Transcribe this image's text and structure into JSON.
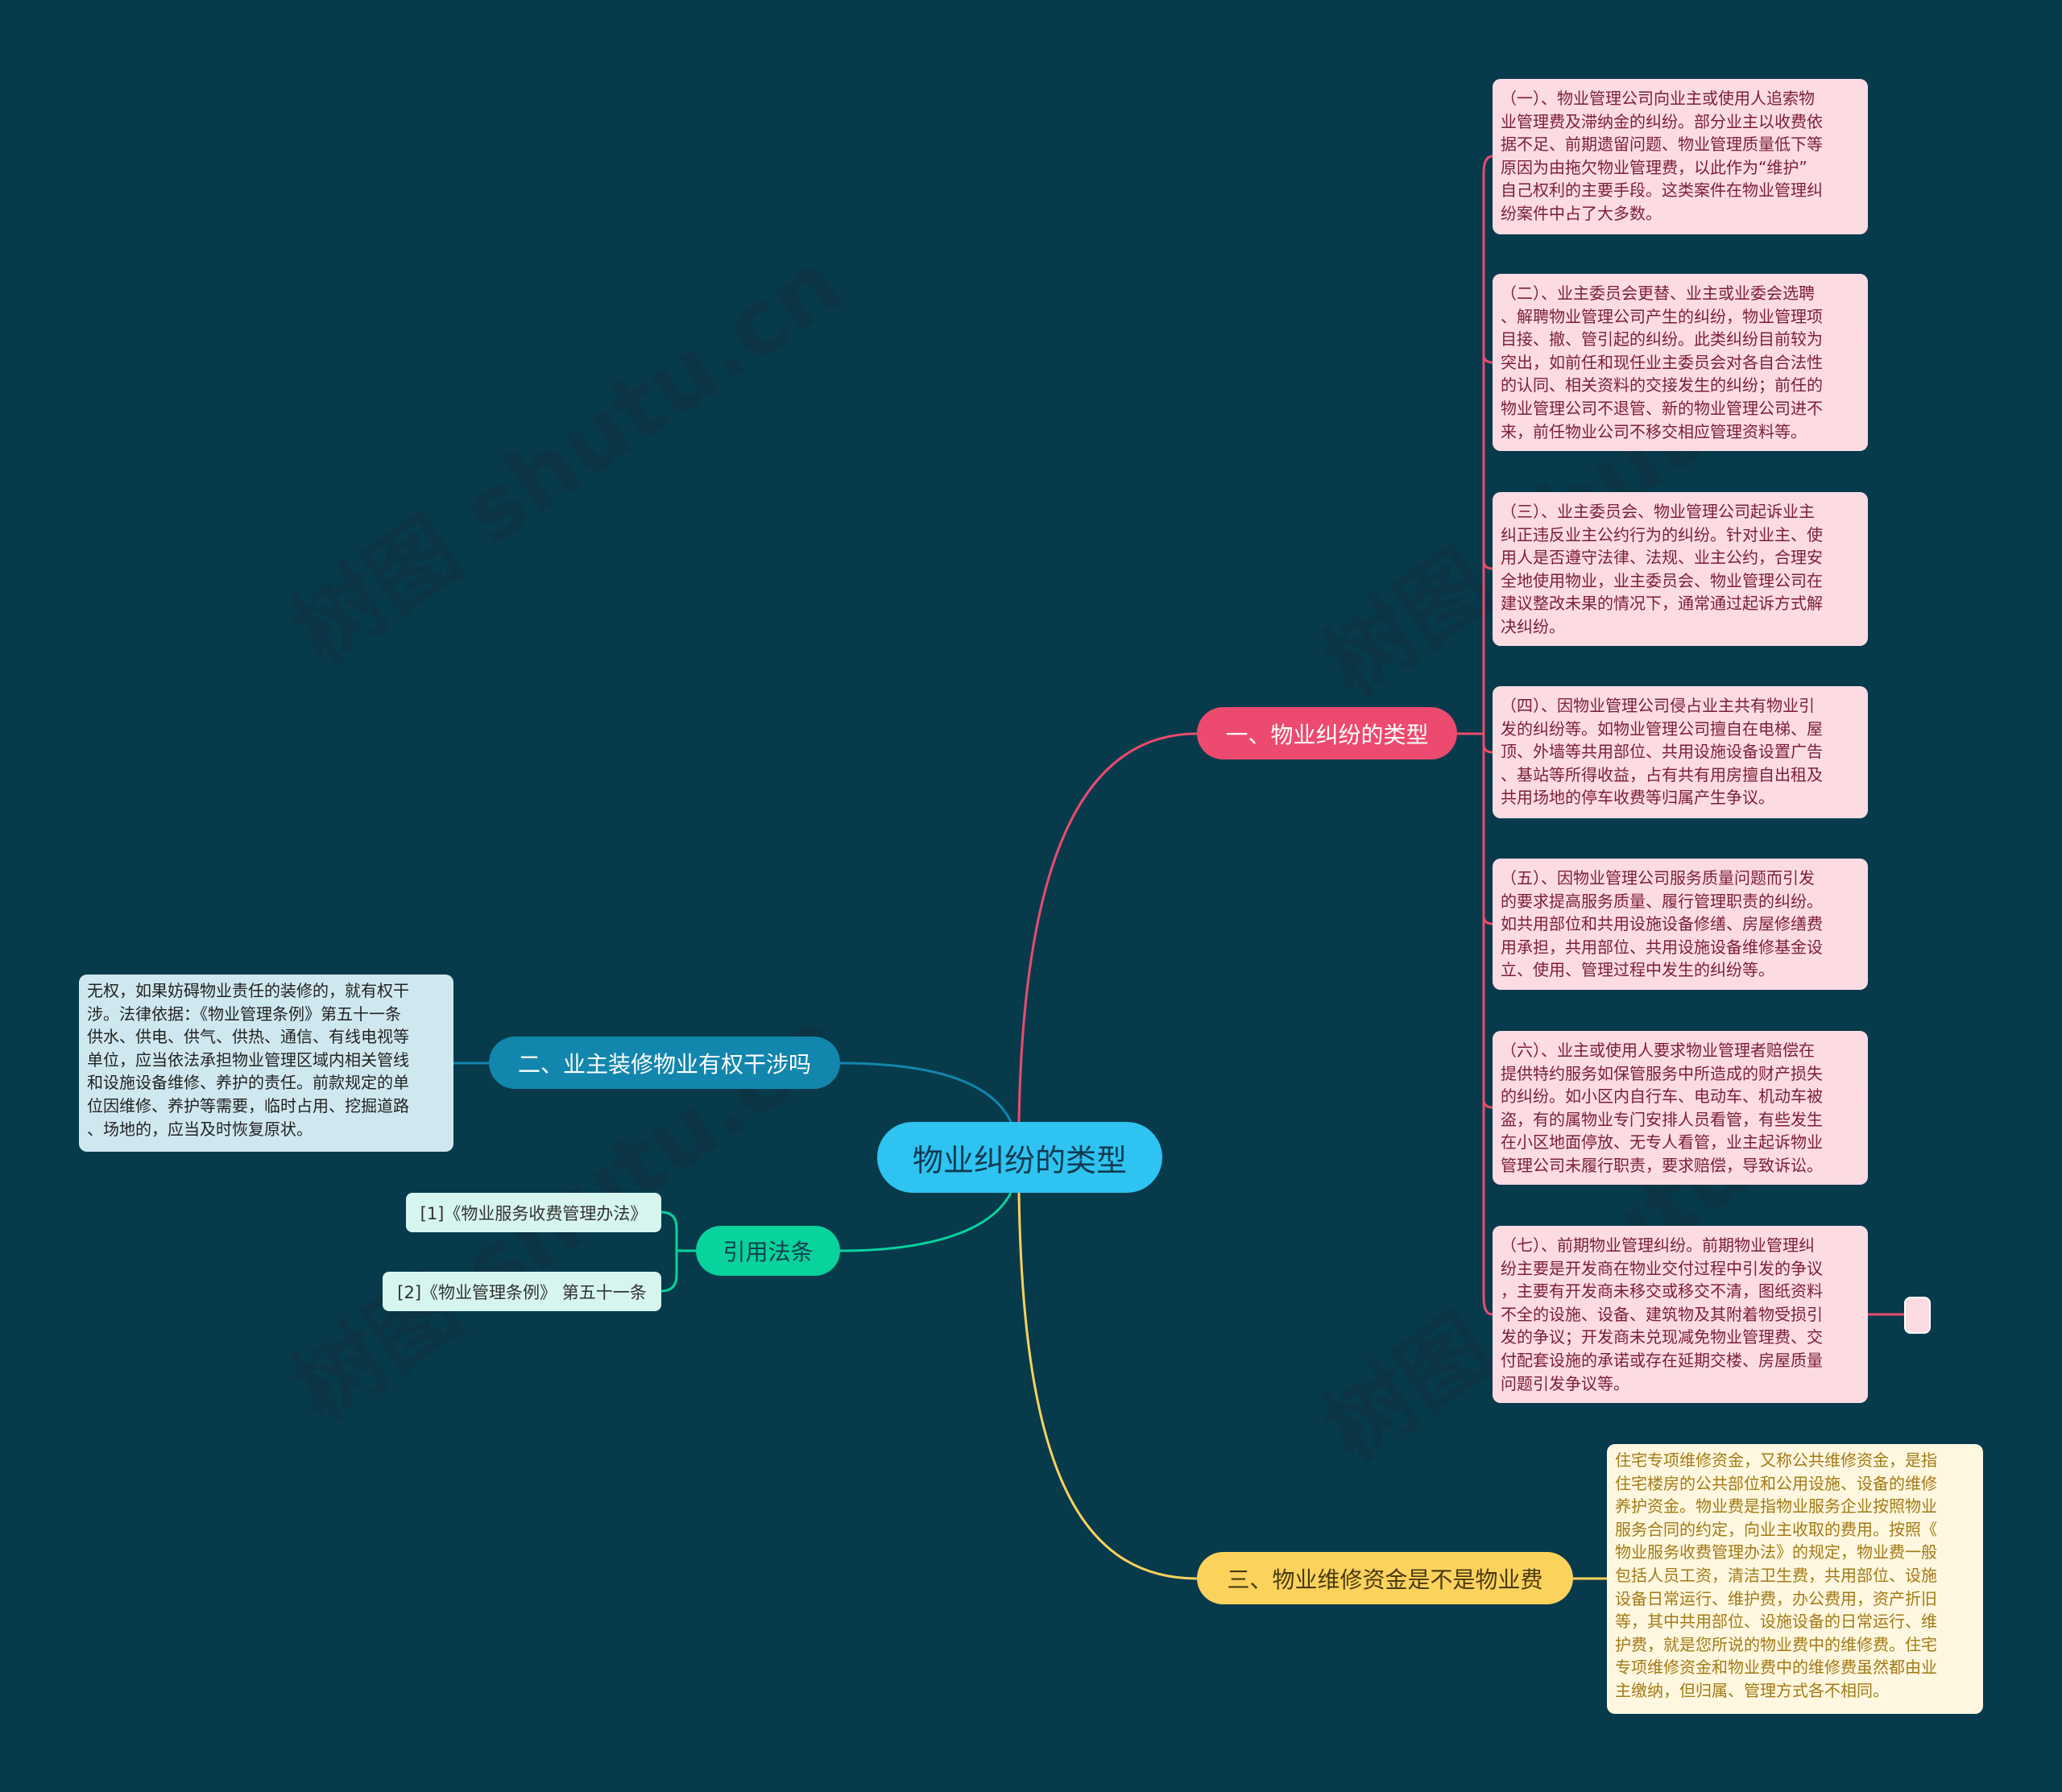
{
  "watermark": "树图 shutu.cn",
  "colors": {
    "background": "#073b4c",
    "root": "#2ec3f0",
    "branch1": "#ec4a6e",
    "branch2": "#1386ad",
    "branch3": "#fbd25c",
    "citations": "#08d39c"
  },
  "root": {
    "label": "物业纠纷的类型"
  },
  "branch1": {
    "label": "一、物业纠纷的类型",
    "items": [
      {
        "lines": [
          "（一）、物业管理公司向业主或使用人追索物",
          "业管理费及滞纳金的纠纷。部分业主以收费依",
          "据不足、前期遗留问题、物业管理质量低下等",
          "原因为由拖欠物业管理费，以此作为“维护”",
          "自己权利的主要手段。这类案件在物业管理纠",
          "纷案件中占了大多数。"
        ]
      },
      {
        "lines": [
          "（二）、业主委员会更替、业主或业委会选聘",
          "、解聘物业管理公司产生的纠纷，物业管理项",
          "目接、撤、管引起的纠纷。此类纠纷目前较为",
          "突出，如前任和现任业主委员会对各自合法性",
          "的认同、相关资料的交接发生的纠纷；前任的",
          "物业管理公司不退管、新的物业管理公司进不",
          "来，前任物业公司不移交相应管理资料等。"
        ]
      },
      {
        "lines": [
          "（三）、业主委员会、物业管理公司起诉业主",
          "纠正违反业主公约行为的纠纷。针对业主、使",
          "用人是否遵守法律、法规、业主公约，合理安",
          "全地使用物业，业主委员会、物业管理公司在",
          "建议整改未果的情况下，通常通过起诉方式解",
          "决纠纷。"
        ]
      },
      {
        "lines": [
          "（四）、因物业管理公司侵占业主共有物业引",
          "发的纠纷等。如物业管理公司擅自在电梯、屋",
          "顶、外墙等共用部位、共用设施设备设置广告",
          "、基站等所得收益，占有共有用房擅自出租及",
          "共用场地的停车收费等归属产生争议。"
        ]
      },
      {
        "lines": [
          "（五）、因物业管理公司服务质量问题而引发",
          "的要求提高服务质量、履行管理职责的纠纷。",
          "如共用部位和共用设施设备修缮、房屋修缮费",
          "用承担，共用部位、共用设施设备维修基金设",
          "立、使用、管理过程中发生的纠纷等。"
        ]
      },
      {
        "lines": [
          "（六）、业主或使用人要求物业管理者赔偿在",
          "提供特约服务如保管服务中所造成的财产损失",
          "的纠纷。如小区内自行车、电动车、机动车被",
          "盗，有的属物业专门安排人员看管，有些发生",
          "在小区地面停放、无专人看管，业主起诉物业",
          "管理公司未履行职责，要求赔偿，导致诉讼。"
        ]
      },
      {
        "lines": [
          "（七）、前期物业管理纠纷。前期物业管理纠",
          "纷主要是开发商在物业交付过程中引发的争议",
          "，主要有开发商未移交或移交不清，图纸资料",
          "不全的设施、设备、建筑物及其附着物受损引",
          "发的争议；开发商未兑现减免物业管理费、交",
          "付配套设施的承诺或存在延期交楼、房屋质量",
          "问题引发争议等。"
        ]
      }
    ]
  },
  "branch2": {
    "label": "二、业主装修物业有权干涉吗",
    "detail": {
      "lines": [
        "无权，如果妨碍物业责任的装修的，就有权干",
        "涉。法律依据：《物业管理条例》第五十一条",
        "供水、供电、供气、供热、通信、有线电视等",
        "单位，应当依法承担物业管理区域内相关管线",
        "和设施设备维修、养护的责任。前款规定的单",
        "位因维修、养护等需要，临时占用、挖掘道路",
        "、场地的，应当及时恢复原状。"
      ]
    }
  },
  "citations": {
    "label": "引用法条",
    "items": [
      "[1]《物业服务收费管理办法》",
      "[2]《物业管理条例》 第五十一条"
    ]
  },
  "branch3": {
    "label": "三、物业维修资金是不是物业费",
    "detail": {
      "lines": [
        "住宅专项维修资金，又称公共维修资金，是指",
        "住宅楼房的公共部位和公用设施、设备的维修",
        "养护资金。物业费是指物业服务企业按照物业",
        "服务合同的约定，向业主收取的费用。按照《",
        "物业服务收费管理办法》的规定，物业费一般",
        "包括人员工资，清洁卫生费，共用部位、设施",
        "设备日常运行、维护费，办公费用，资产折旧",
        "等，其中共用部位、设施设备的日常运行、维",
        "护费，就是您所说的物业费中的维修费。住宅",
        "专项维修资金和物业费中的维修费虽然都由业",
        "主缴纳，但归属、管理方式各不相同。"
      ]
    }
  }
}
